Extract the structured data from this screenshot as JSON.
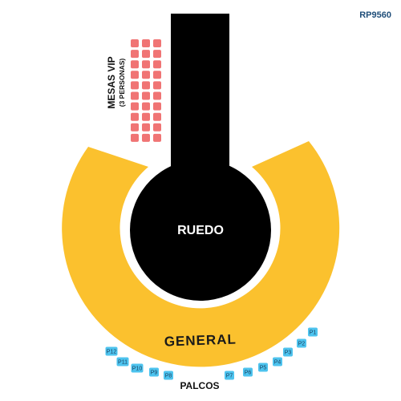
{
  "map_code": "RP9560",
  "sections": {
    "ruedo": "RUEDO",
    "general": "GENERAL",
    "palcos": "PALCOS",
    "mesas_vip": "MESAS VIP",
    "mesas_vip_sub": "(3 PERSONAS)"
  },
  "palcos": [
    "P1",
    "P2",
    "P3",
    "P4",
    "P5",
    "P6",
    "P7",
    "P8",
    "P9",
    "P10",
    "P11",
    "P12"
  ],
  "colors": {
    "stage": "#000000",
    "general": "#FBC12E",
    "vip_table": "#F07474",
    "palco": "#4DC3EE",
    "code": "#1F4E79"
  }
}
